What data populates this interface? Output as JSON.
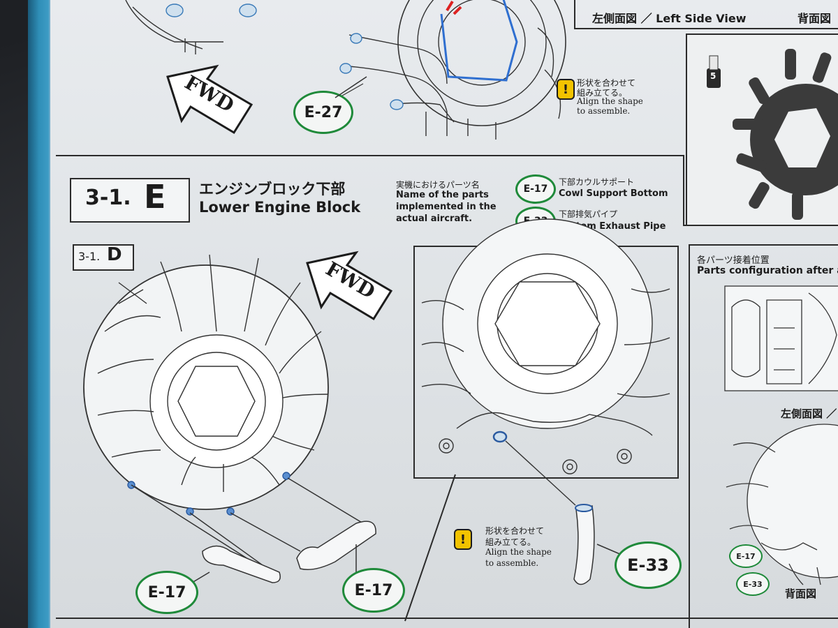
{
  "top_left": {
    "part_label": "E-27",
    "fwd_label": "FWD",
    "warning": {
      "icon": "!",
      "jp_line1": "形状を合わせて",
      "jp_line2": "組み立てる。",
      "en_line1": "Align the shape",
      "en_line2": "to assemble."
    }
  },
  "top_right": {
    "left_view": "左側面図 ／ Left Side View",
    "back_view": "背面図",
    "paint_code": "5"
  },
  "step": {
    "number": "3-1.",
    "letter": "E",
    "title_jp": "エンジンブロック下部",
    "title_en": "Lower Engine Block",
    "names_jp": "実機におけるパーツ名",
    "names_en_1": "Name of the parts",
    "names_en_2": "implemented in the",
    "names_en_3": "actual aircraft.",
    "parts": [
      {
        "code": "E-17",
        "jp": "下部カウルサポート",
        "en": "Cowl Support Bottom"
      },
      {
        "code": "E-33",
        "jp": "下部排気パイプ",
        "en": "Bottom Exhaust Pipe"
      }
    ]
  },
  "prev_step": {
    "number": "3-1.",
    "letter": "D"
  },
  "main": {
    "fwd_label": "FWD",
    "left_part_a": "E-17",
    "left_part_b": "E-17",
    "right_part": "E-33",
    "warning": {
      "icon": "!",
      "jp_line1": "形状を合わせて",
      "jp_line2": "組み立てる。",
      "en_line1": "Align the shape",
      "en_line2": "to assemble."
    }
  },
  "config_panel": {
    "title_jp": "各パーツ接着位置",
    "title_en": "Parts configuration after a",
    "left_view": "左側面図 ／ L",
    "back_view": "背面図",
    "tag_a": "E-17",
    "tag_b": "E-33"
  }
}
